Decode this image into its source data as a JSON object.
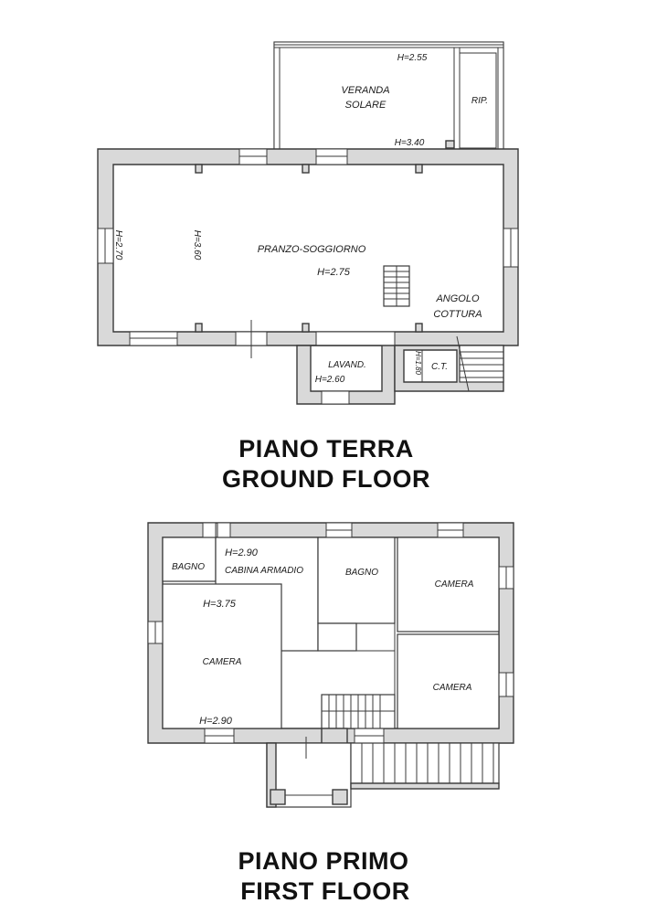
{
  "ground_floor": {
    "title_it": "PIANO TERRA",
    "title_en": "GROUND FLOOR",
    "rooms": {
      "veranda_line1": "VERANDA",
      "veranda_line2": "SOLARE",
      "veranda_h_top": "H=2.55",
      "veranda_h_bottom": "H=3.40",
      "rip": "RIP.",
      "living": "PRANZO-SOGGIORNO",
      "living_h": "H=2.75",
      "living_h_left": "H=2.70",
      "living_h_beam": "H=3.60",
      "kitchen_line1": "ANGOLO",
      "kitchen_line2": "COTTURA",
      "laundry": "LAVAND.",
      "laundry_h": "H=2.60",
      "ct": "C.T.",
      "ct_h": "H=1.80"
    }
  },
  "first_floor": {
    "title_it": "PIANO PRIMO",
    "title_en": "FIRST FLOOR",
    "rooms": {
      "bath_left": "BAGNO",
      "closet": "CABINA ARMADIO",
      "closet_h": "H=2.90",
      "bath_center": "BAGNO",
      "bedroom_tr": "CAMERA",
      "bedroom_main": "CAMERA",
      "bedroom_main_h_top": "H=3.75",
      "bedroom_main_h_bottom": "H=2.90",
      "bedroom_br": "CAMERA"
    }
  }
}
